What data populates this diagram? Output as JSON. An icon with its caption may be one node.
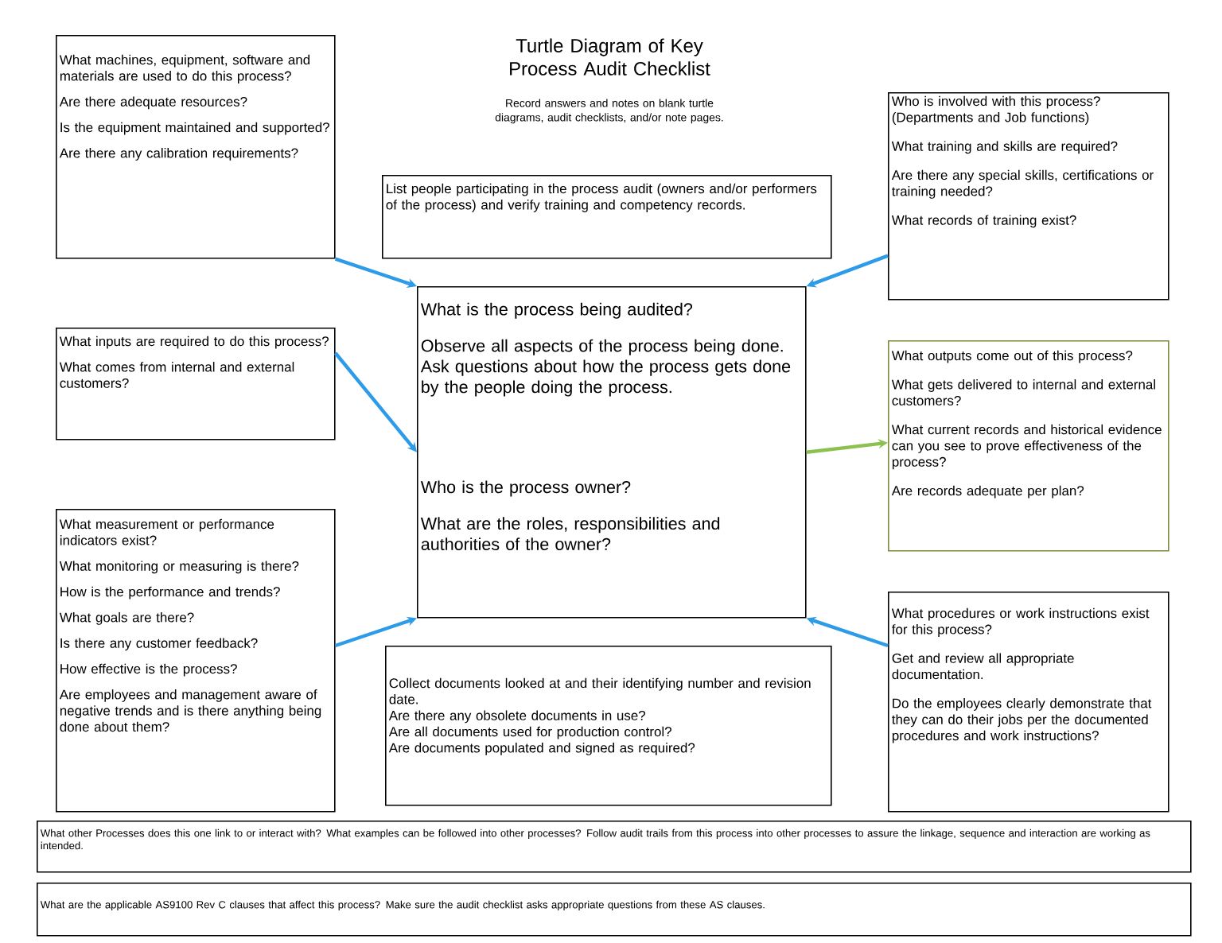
{
  "diagram": {
    "title": "Turtle Diagram of Key Process Audit Checklist",
    "nodes": [
      {
        "text": [
          "What machines, equipment, software and materials are used to do this process?",
          "Are there adequate resources?",
          "Is the equipment maintained and supported?",
          "Are there any calibration requirements?"
        ]
      },
      {
        "text": [
          "List people participating in the process audit (owners and/or performers of the process) and verify training and competency records."
        ]
      },
      {
        "text": [
          "Who is involved with this process? (Departments and Job functions)",
          "What training and skills are required?",
          "Are there any special skills, certifications or training needed?",
          "What records of training exist?"
        ]
      },
      {
        "text": [
          "What is the process being audited?",
          "Observe all aspects of the process being done. Ask questions about how the process gets done by the people doing the process.",
          "Who is the process owner?",
          "What are the roles, responsibilities and authorities of the owner?"
        ]
      },
      {
        "text": [
          "What inputs are required to do this process?",
          "What comes from internal and external customers?"
        ]
      },
      {
        "text": [
          "What outputs come out of this process?",
          "What gets delivered to internal and external customers?",
          "What current records and historical evidence can you see to prove effectiveness of the process?",
          "Are records adequate per plan?"
        ]
      },
      {
        "text": [
          "What measurement or performance indicators exist?",
          "What monitoring or measuring is there?",
          "How is the performance and trends?",
          "What goals are there?",
          "Is there any customer feedback?",
          "How effective is the process?",
          "Are employees and management aware of negative trends and is there anything being done about them?"
        ]
      },
      {
        "text": [
          "Collect documents looked at and their identifying number and revision date.",
          "Are there any obsolete documents in use?",
          "Are all documents used for production control?",
          "Are documents populated and signed as required?"
        ]
      },
      {
        "text": [
          "What procedures or work instructions exist for this process?",
          "Get and review all appropriate documentation.",
          "Do the employees clearly demonstrate that they can do their jobs per the documented procedures and work instructions?"
        ]
      },
      {
        "text": [
          "What other Processes does this one link to or interact with? What examples can be followed into other processes? Follow audit trails from this process into other processes to assure the linkage, sequence and interaction are working as intended."
        ]
      },
      {
        "text": [
          "What are the applicable AS9100 Rev C clauses that affect this process? Make sure the audit checklist asks appropriate questions from these AS clauses."
        ]
      }
    ],
    "edges": [
      {
        "from": 0,
        "to": 3,
        "arrow": "to"
      },
      {
        "from": 4,
        "to": 3,
        "arrow": "to"
      },
      {
        "from": 6,
        "to": 3,
        "arrow": "to"
      },
      {
        "from": 2,
        "to": 3,
        "arrow": "to"
      },
      {
        "from": 8,
        "to": 3,
        "arrow": "to"
      },
      {
        "from": 3,
        "to": 5,
        "arrow": "to",
        "color": "#8cc152"
      }
    ],
    "labels": [
      "Record answers and notes on blank turtle diagrams, audit checklists, and/or note pages."
    ]
  }
}
